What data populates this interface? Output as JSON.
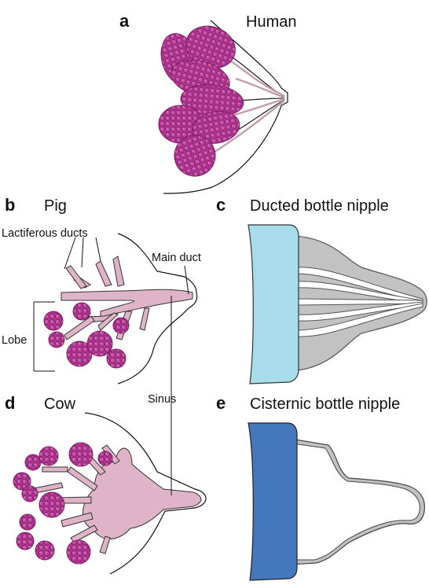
{
  "panels": {
    "a": {
      "letter": "a",
      "title": "Human"
    },
    "b": {
      "letter": "b",
      "title": "Pig"
    },
    "c": {
      "letter": "c",
      "title": "Ducted bottle nipple"
    },
    "d": {
      "letter": "d",
      "title": "Cow"
    },
    "e": {
      "letter": "e",
      "title": "Cisternic bottle nipple"
    }
  },
  "labels": {
    "lactiferous_ducts": "Lactiferous ducts",
    "main_duct": "Main duct",
    "lobe": "Lobe",
    "sinus": "Sinus"
  },
  "colors": {
    "lobule_fill": "#b0358f",
    "lobule_dark": "#8a1f6e",
    "lobule_highlight": "#d070b8",
    "duct_pink": "#e0b4c8",
    "ducted_base": "#a8dcea",
    "nipple_gray": "#c2c2c2",
    "cisternic_base": "#4477bb"
  }
}
